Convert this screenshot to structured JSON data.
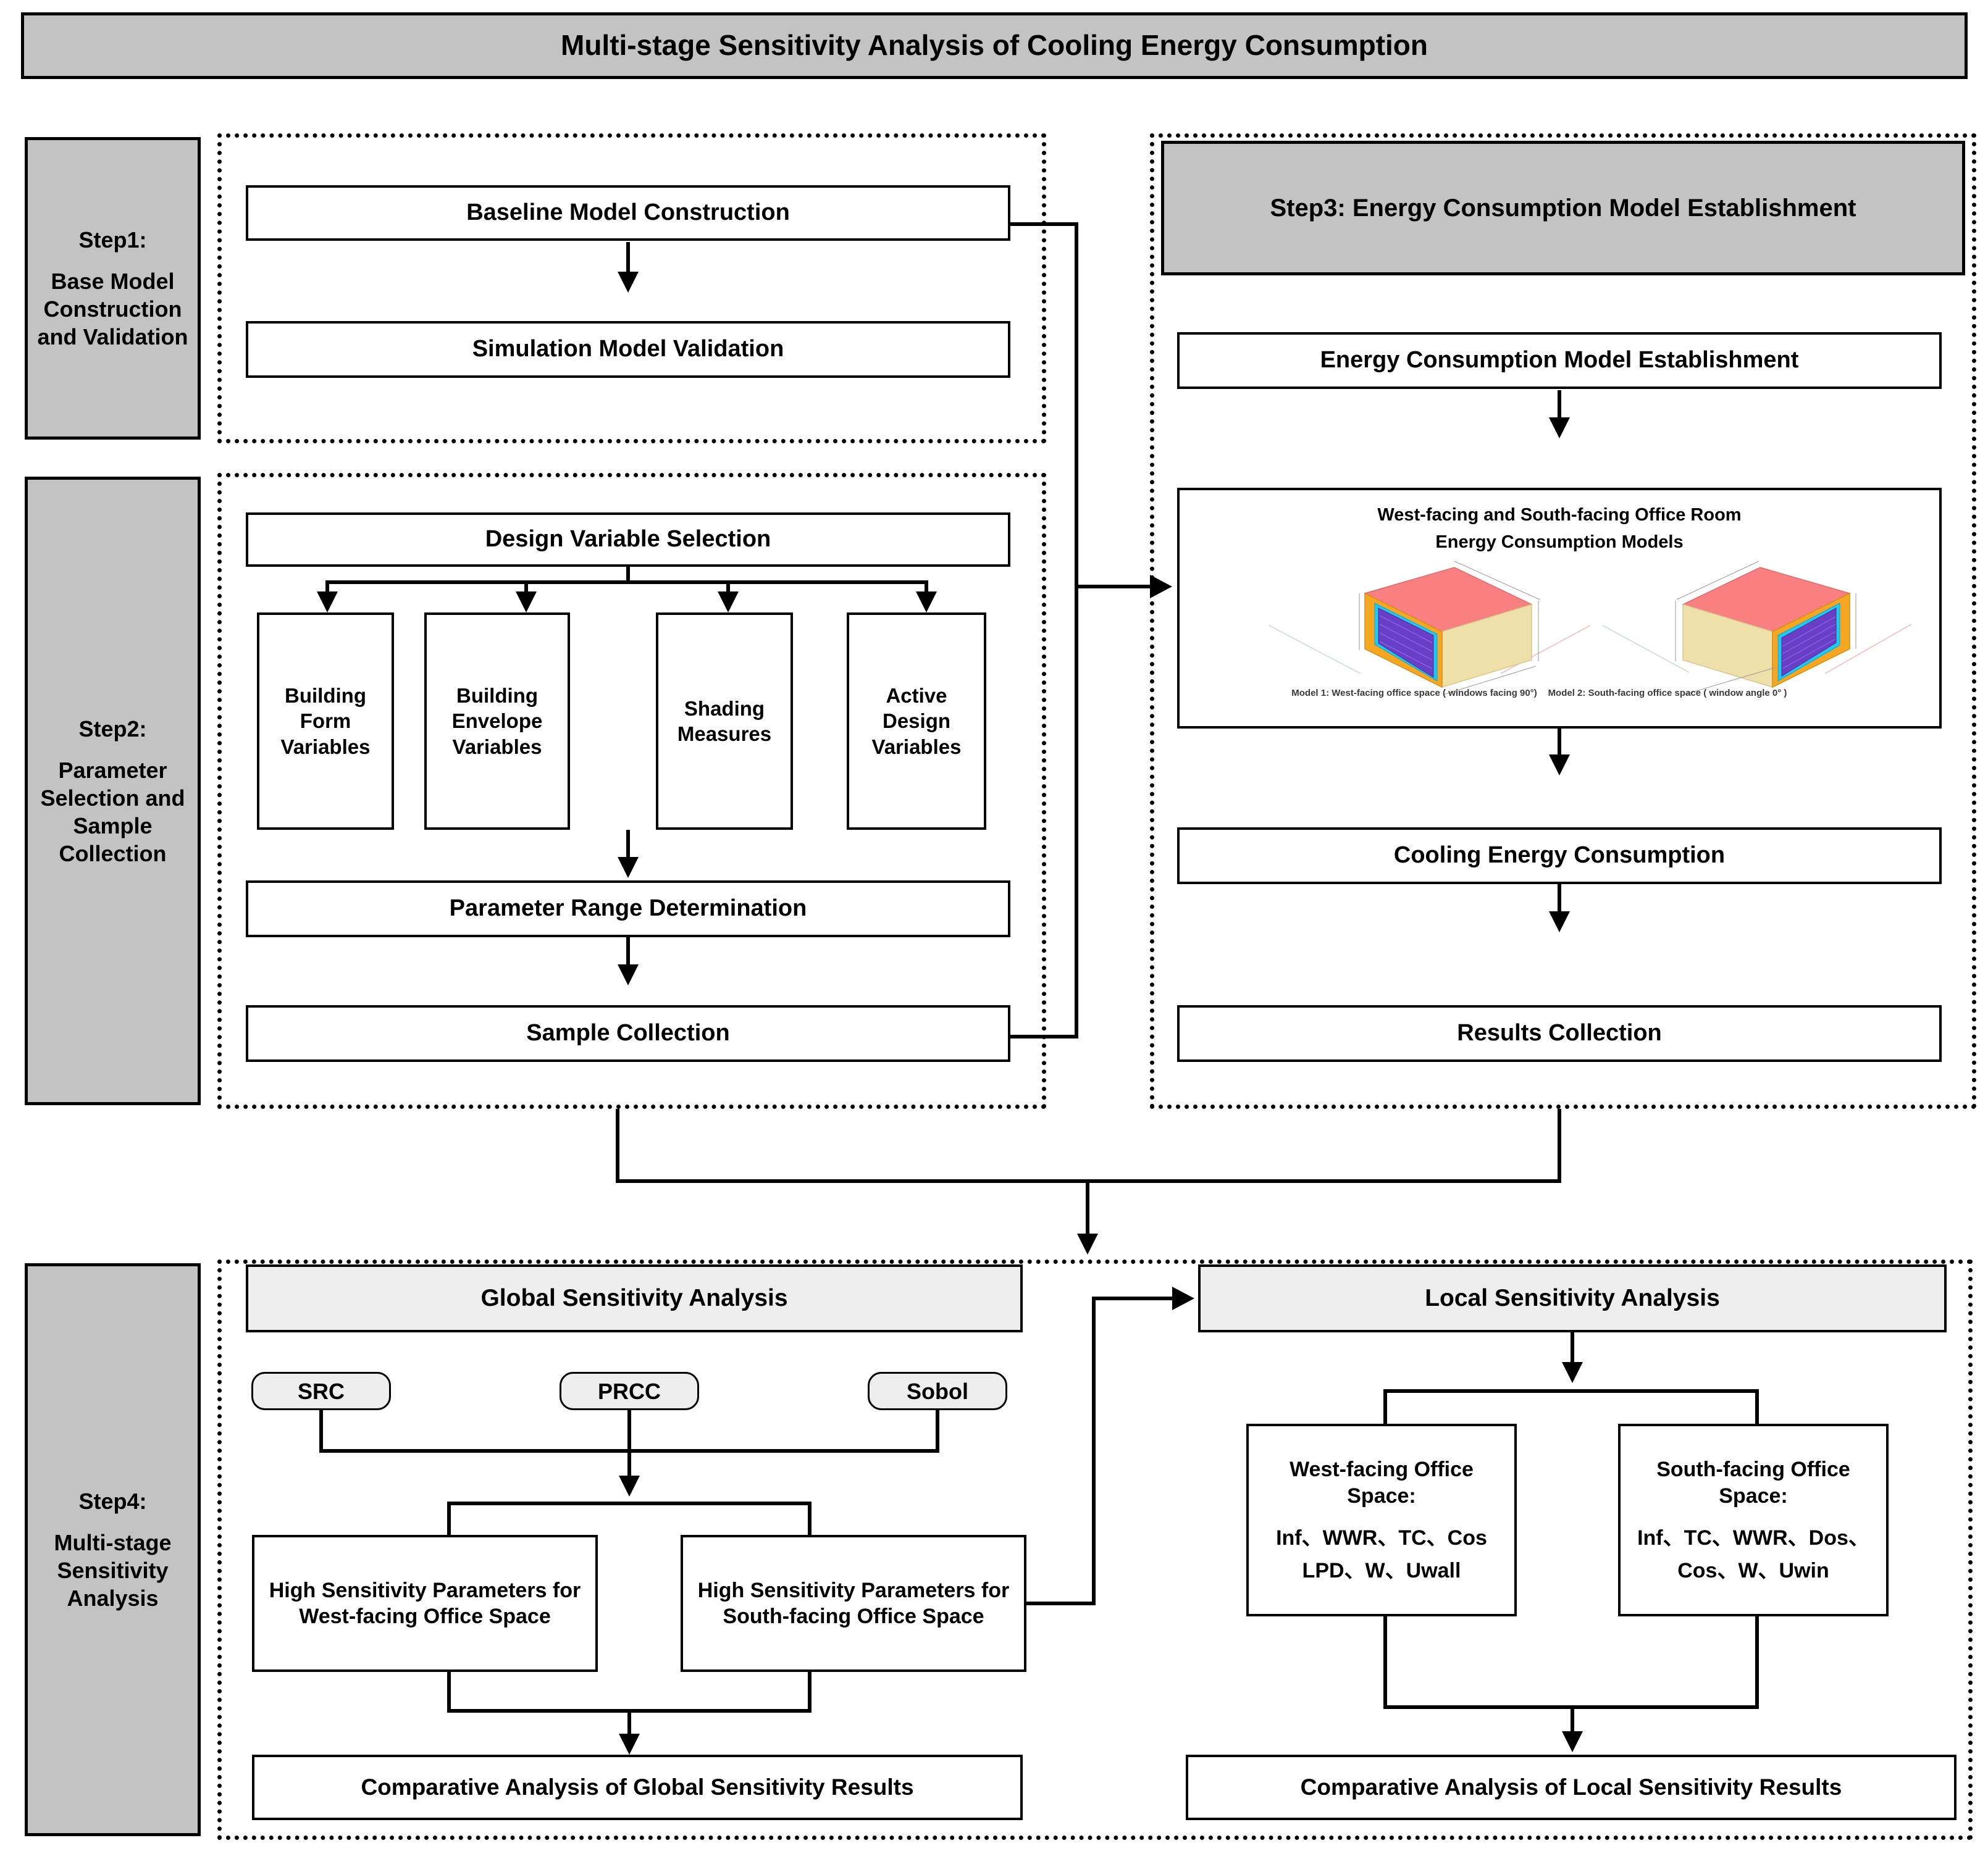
{
  "title": "Multi-stage Sensitivity Analysis of Cooling Energy Consumption",
  "steps": {
    "step1": {
      "label": "Step1:",
      "name": "Base Model Construction and Validation"
    },
    "step2": {
      "label": "Step2:",
      "name": "Parameter Selection and Sample Collection"
    },
    "step3": {
      "header": "Step3:  Energy Consumption Model Establishment"
    },
    "step4": {
      "label": "Step4:",
      "name": "Multi-stage Sensitivity Analysis"
    }
  },
  "stage1": {
    "baseline": "Baseline Model Construction",
    "validation": "Simulation Model Validation"
  },
  "stage2": {
    "design_variable_selection": "Design Variable Selection",
    "variables": [
      "Building Form Variables",
      "Building Envelope Variables",
      "Shading Measures",
      "Active Design Variables"
    ],
    "parameter_range": "Parameter Range Determination",
    "sample_collection": "Sample Collection"
  },
  "stage3": {
    "model_establishment": "Energy Consumption Model Establishment",
    "illustration": {
      "title_line1": "West-facing and South-facing Office Room",
      "title_line2": "Energy Consumption Models",
      "caption1": "Model 1: West-facing office space ( windows facing 90°)",
      "caption2": "Model 2: South-facing office space ( window angle 0° )"
    },
    "cooling_energy": "Cooling Energy Consumption",
    "results_collection": "Results Collection"
  },
  "stage4": {
    "global_header": "Global Sensitivity Analysis",
    "methods": [
      "SRC",
      "PRCC",
      "Sobol"
    ],
    "high_sens_west": "High Sensitivity Parameters for West-facing Office Space",
    "high_sens_south": "High Sensitivity Parameters for South-facing Office Space",
    "comparative_global": "Comparative Analysis of Global Sensitivity Results",
    "local_header": "Local Sensitivity Analysis",
    "local_west": {
      "title": "West-facing Office Space:",
      "line1": "Inf、WWR、TC、Cos",
      "line2": "LPD、W、Uwall"
    },
    "local_south": {
      "title": "South-facing Office Space:",
      "line1": "Inf、TC、WWR、Dos、",
      "line2": "Cos、W、Uwin"
    },
    "comparative_local": "Comparative Analysis of Local Sensitivity Results"
  },
  "colors": {
    "header_gray": "#c3c3c3",
    "panel_gray": "#eeeeee",
    "roof_pink": "#f98080",
    "wall_tan": "#efdfa8",
    "window_purple": "#6a3fc8",
    "frame_orange": "#f5a623",
    "glaze_cyan": "#21c8f0"
  }
}
